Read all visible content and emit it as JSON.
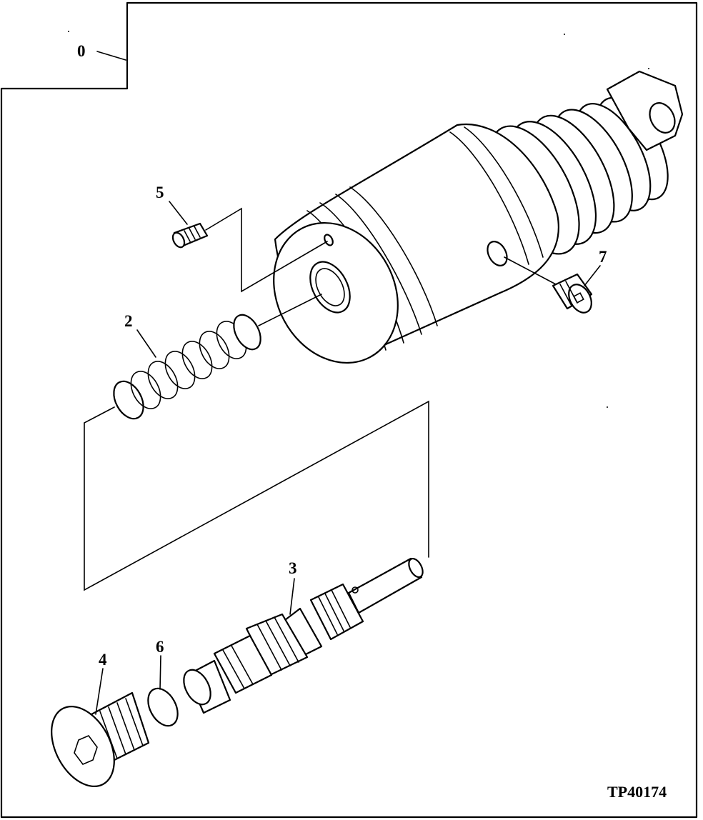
{
  "callouts": {
    "assembly": "0",
    "spring": "2",
    "spool": "3",
    "plug": "4",
    "set_screw": "5",
    "o_ring": "6",
    "plug_side": "7"
  },
  "figure_id": "TP40174"
}
